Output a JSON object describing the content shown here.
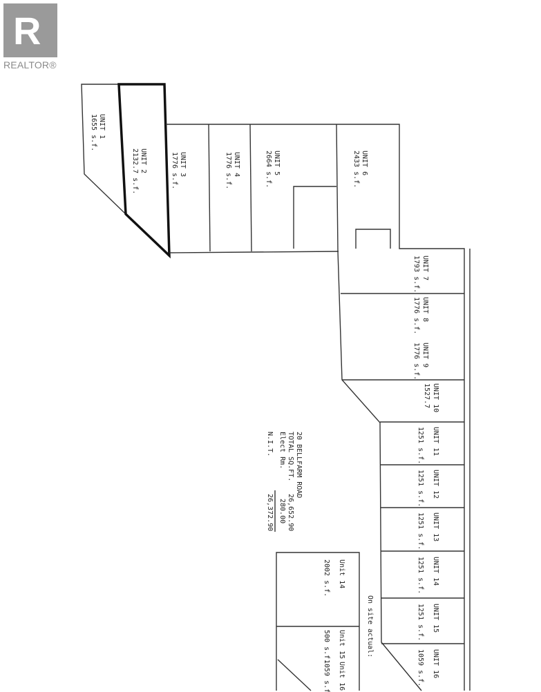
{
  "logo": {
    "glyph": "R",
    "text": "REALTOR®"
  },
  "units": [
    {
      "name": "UNIT 1",
      "area": "1655 s.f."
    },
    {
      "name": "UNIT 2",
      "area": "2132.7 s.f."
    },
    {
      "name": "UNIT 3",
      "area": "1776 s.f."
    },
    {
      "name": "UNIT 4",
      "area": "1776 s.f."
    },
    {
      "name": "UNIT 5",
      "area": "2664 s.f."
    },
    {
      "name": "UNIT 6",
      "area": "2433 s.f."
    },
    {
      "name": "UNIT 7",
      "area": "1793 s.f."
    },
    {
      "name": "UNIT 8",
      "area": "1776 s.f."
    },
    {
      "name": "UNIT 9",
      "area": "1776 s.f."
    },
    {
      "name": "UNIT 10",
      "area": "1527.7"
    },
    {
      "name": "UNIT 11",
      "area": "1251 s.f."
    },
    {
      "name": "UNIT 12",
      "area": "1251 s.f."
    },
    {
      "name": "UNIT 13",
      "area": "1251 s.f."
    },
    {
      "name": "UNIT 14",
      "area": "1251 s.f."
    },
    {
      "name": "UNIT 15",
      "area": "1251 s.f."
    },
    {
      "name": "UNIT 16",
      "area": "1059 s.f."
    }
  ],
  "summary": {
    "address": "20 BELLFARM ROAD",
    "total_label": "TOTAL SQ.FT.",
    "total_value": "26,652.90",
    "elect_label": "Elect Rm.",
    "elect_value": "280.00",
    "net_label": "N.I.T.",
    "net_value": "26,372.90"
  },
  "inset": {
    "title": "On site actual:",
    "u14_name": "Unit 14",
    "u14_area": "2002 s.f.",
    "u15_name": "Unit 15",
    "u15_area": "500 s.f.",
    "u16_name": "Unit 16",
    "u16_area": "1059 s.f."
  }
}
